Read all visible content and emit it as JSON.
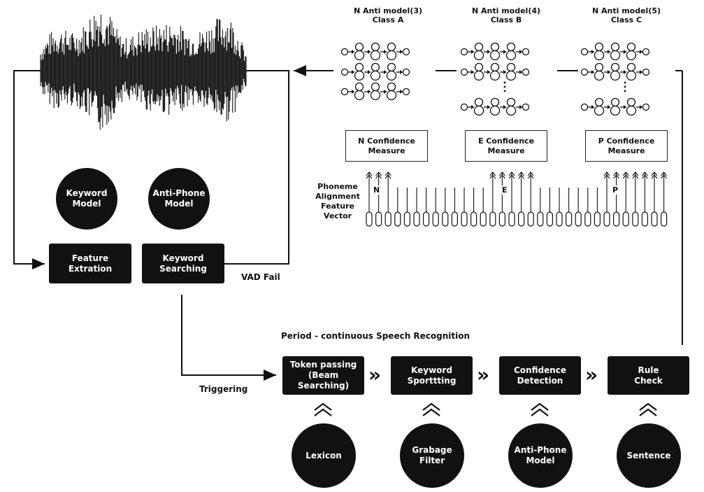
{
  "anti_models": [
    {
      "title": "N Anti model(3)",
      "class": "Class A",
      "confidence": "N Confidence\nMeasure",
      "marker": "N"
    },
    {
      "title": "N Anti model(4)",
      "class": "Class B",
      "confidence": "E Confidence\nMeasure",
      "marker": "E"
    },
    {
      "title": "N Anti model(5)",
      "class": "Class C",
      "confidence": "P Confidence\nMeasure",
      "marker": "P"
    }
  ],
  "feature_vector_label": "Phoneme\nAlignment\nFeature\nVector",
  "models": {
    "keyword_model": "Keyword\nModel",
    "anti_phone_model": "Anti-Phone\nModel"
  },
  "process": {
    "feature_extraction": "Feature\nExtration",
    "keyword_searching": "Keyword\nSearching"
  },
  "labels": {
    "vad_fail": "VAD Fail",
    "triggering": "Triggering",
    "period_title": "Period - continuous Speech Recognition"
  },
  "pipeline": [
    {
      "label": "Token passing\n(Beam Searching)",
      "source": "Lexicon"
    },
    {
      "label": "Keyword\nSporttting",
      "source": "Grabage\nFilter"
    },
    {
      "label": "Confidence\nDetection",
      "source": "Anti-Phone\nModel"
    },
    {
      "label": "Rule\nCheck",
      "source": "Sentence"
    }
  ]
}
